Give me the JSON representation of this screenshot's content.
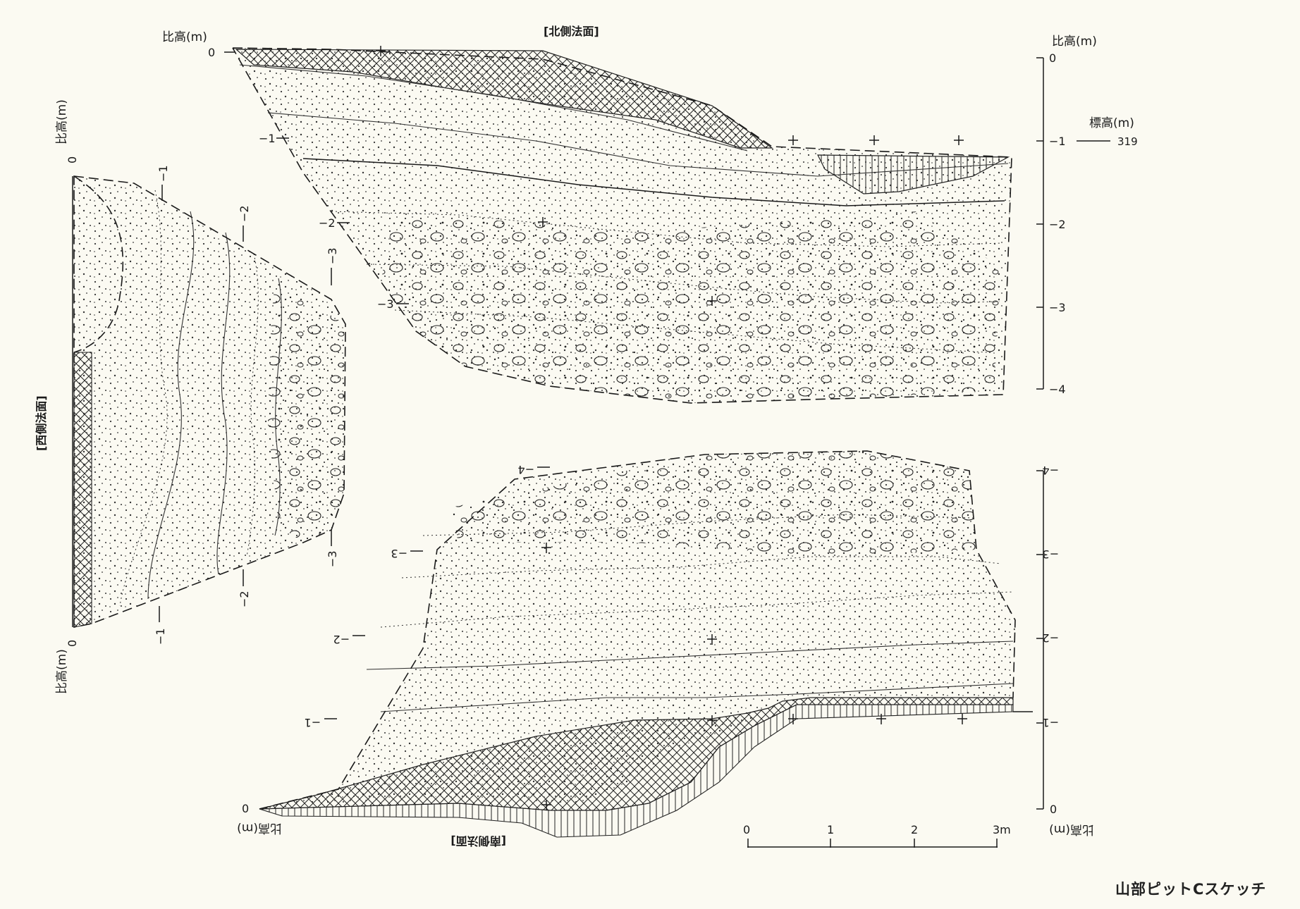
{
  "caption": "山部ピットCスケッチ",
  "north_wall": {
    "title": "[北側法面]",
    "left_axis_label": "比高(m)",
    "left_ticks": [
      "0",
      "−1",
      "−2",
      "−3"
    ],
    "right_axis_label": "比高(m)",
    "right_ticks": [
      "0",
      "−1",
      "−2",
      "−3",
      "−4"
    ],
    "elevation_label": "標高(m)",
    "elevation_value": "319"
  },
  "west_wall": {
    "title": "[西側法面]",
    "axis_label_top": "比高(m)",
    "axis_label_bottom": "比高(m)",
    "tick_zero_top": "0",
    "tick_zero_bottom": "0",
    "top_ticks": [
      "−1",
      "−2",
      "−3"
    ],
    "bottom_ticks": [
      "−1",
      "−2",
      "−3"
    ]
  },
  "south_wall": {
    "title": "[南側法面]",
    "left_axis_label": "比高(m)",
    "left_ticks": [
      "0",
      "−1",
      "−2",
      "−3",
      "−4"
    ],
    "right_axis_label": "比高(m)",
    "right_ticks": [
      "0",
      "−1",
      "−2",
      "−3",
      "−4"
    ]
  },
  "scale_bar": {
    "labels": [
      "0",
      "1",
      "2",
      "3m"
    ]
  }
}
